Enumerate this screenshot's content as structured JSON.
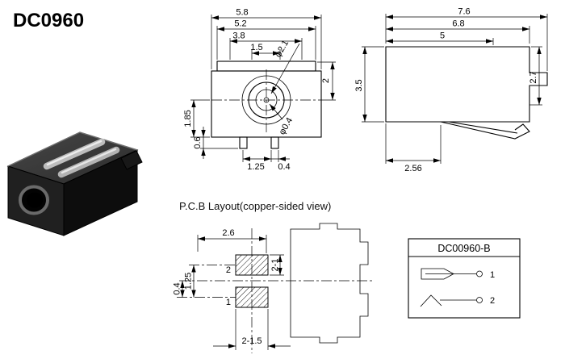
{
  "title": "DC0960",
  "pcb_label": "P.C.B Layout(copper-sided view)",
  "front": {
    "width_outer": "5.8",
    "width_cap": "5.2",
    "width_inner": "3.8",
    "width_boss": "1.5",
    "dia_barrel": "φ2.1",
    "height_top": "2",
    "dia_pin": "φ0.4",
    "height_center": "1.85",
    "pin_length": "0.6",
    "pin_pitch": "1.25",
    "pin_width": "0.4"
  },
  "side": {
    "length_total": "7.6",
    "length_body": "6.8",
    "length_inner": "5",
    "height_body": "3.5",
    "height_right": "2.7",
    "lever_offset": "2.56"
  },
  "pcb": {
    "pad_span": "2.6",
    "pad_size": "2-1",
    "pad_pitch": "1.25",
    "pad_offset": "0.4",
    "pad2_label": "2",
    "pad1_label": "1",
    "hole_spec": "2-1.5"
  },
  "schematic": {
    "title": "DC00960-B",
    "pin1": "1",
    "pin2": "2"
  },
  "colors": {
    "line": "#000000",
    "text": "#000000",
    "body_plastic": "#1f1f1f",
    "metal_contact": "#bdbdbd",
    "background": "#ffffff"
  }
}
